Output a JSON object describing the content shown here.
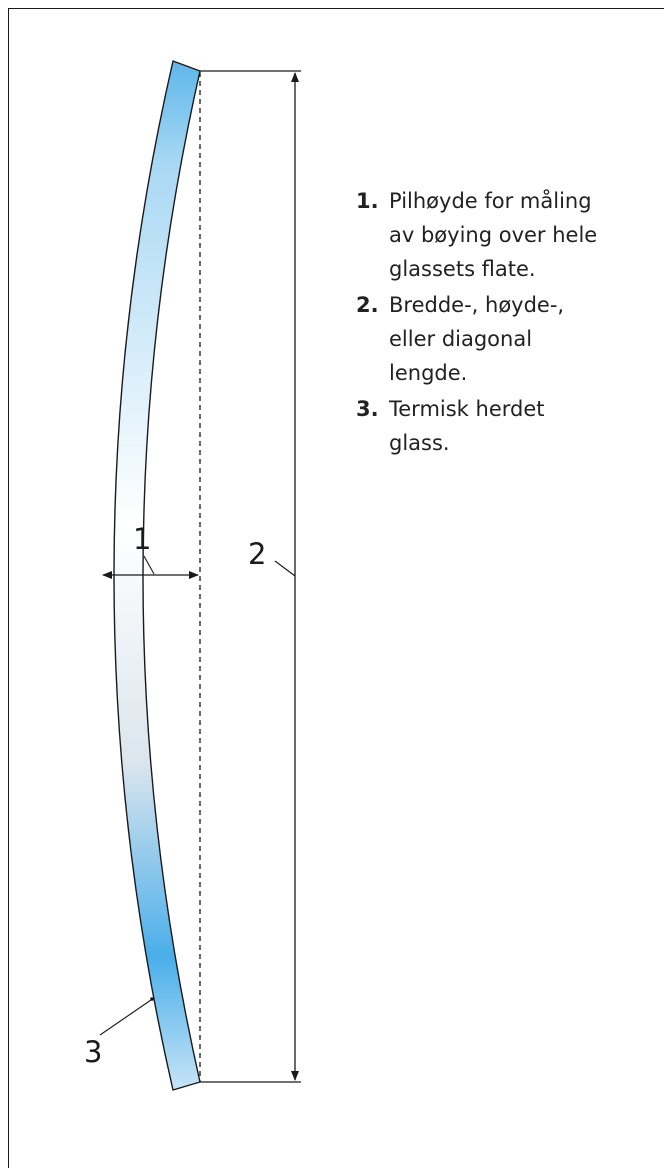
{
  "diagram": {
    "labels": {
      "bow_height": "1",
      "length": "2",
      "glass": "3"
    },
    "glass_gradient_colors": [
      "#5db7ea",
      "#a9d8f4",
      "#ffffff",
      "#dce6ee",
      "#4aaeea",
      "#c7e4f6"
    ]
  },
  "legend": {
    "items": [
      {
        "num": "1.",
        "text": "Pilhøyde for måling\nav bøying over hele\nglassets flate."
      },
      {
        "num": "2.",
        "text": "Bredde-, høyde-,\neller diagonal\nlengde."
      },
      {
        "num": "3.",
        "text": "Termisk herdet\nglass."
      }
    ]
  }
}
